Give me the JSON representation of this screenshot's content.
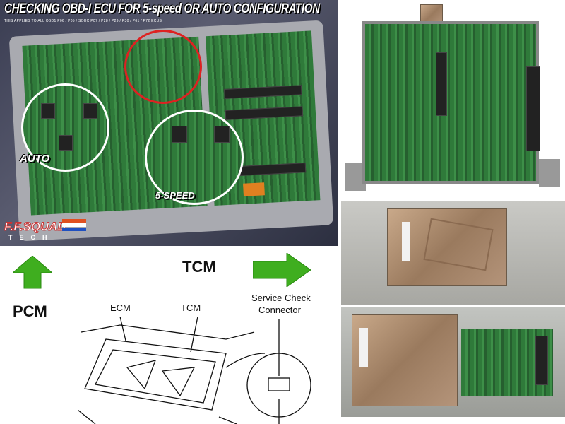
{
  "header": {
    "title": "CHECKING OBD-I ECU FOR 5-speed OR AUTO CONFIGURATION",
    "subtitle": "THIS APPLIES TO ALL OBD1 P06 / P05 / SOHC P07 / P28 / P29 / P30 / P61 / P72 ECUS"
  },
  "photo_main": {
    "label_auto": "AUTO",
    "label_5speed": "5-SPEED",
    "logo_text": "F.F. SQUAD TECH"
  },
  "diagram": {
    "pcm_label": "PCM",
    "tcm_label": "TCM",
    "ecm_label": "ECM",
    "tcm_callout": "TCM",
    "service_line1": "Service Check",
    "service_line2": "Connector"
  },
  "colors": {
    "arrow_green": "#3fae1f",
    "pcb_green": "#2f7a3a",
    "highlight_red": "#d22222"
  }
}
